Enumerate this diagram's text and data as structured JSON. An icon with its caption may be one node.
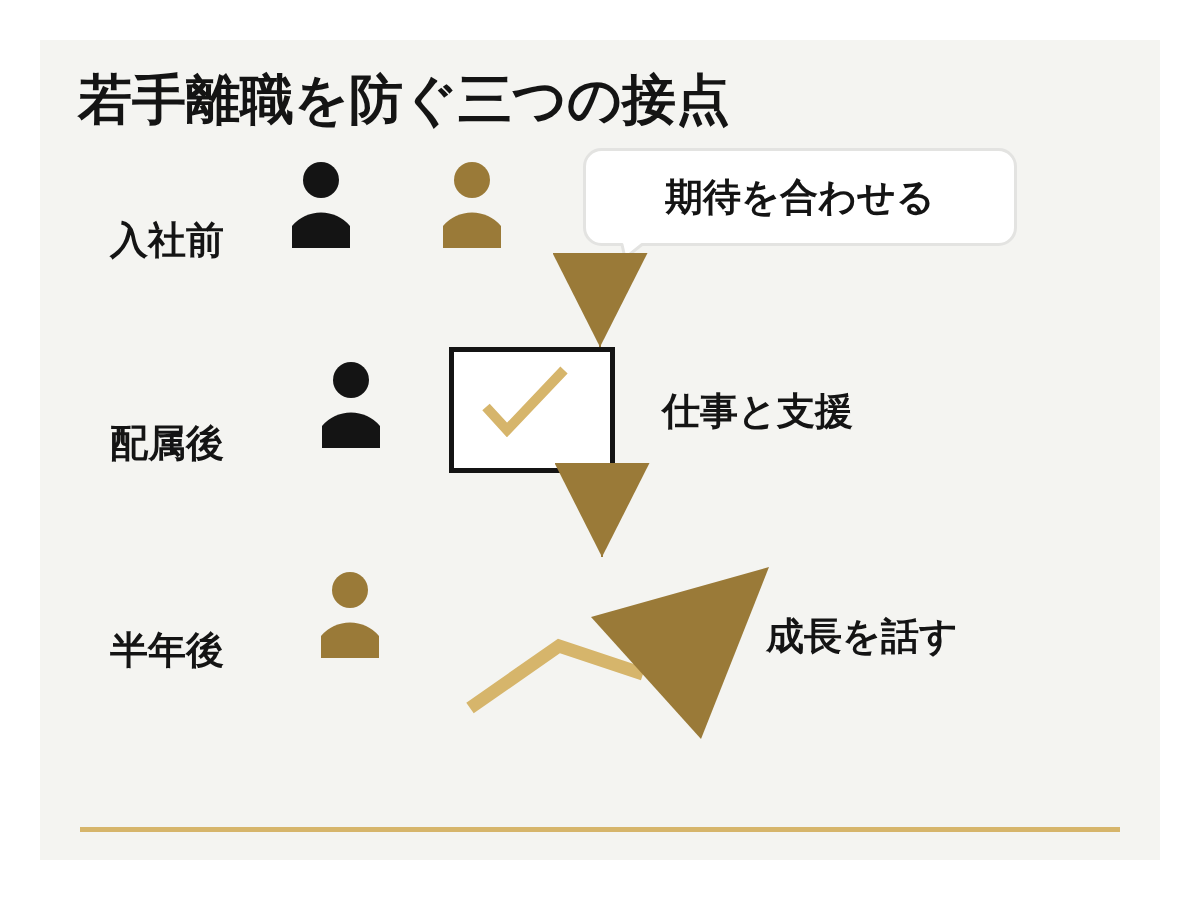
{
  "diagram": {
    "title": "若手離職を防ぐ三つの接点",
    "nodes": [
      {
        "text": [
          "期待を合わせる"
        ]
      },
      {
        "text": [],
        "shape": "box",
        "beside": [
          "仕事と支援"
        ]
      },
      {
        "text": [],
        "shape": "picture",
        "beside": [
          "成長を話す"
        ]
      }
    ],
    "edges": [
      {
        "from": 0,
        "to": 1,
        "arrow": "to"
      },
      {
        "from": 1,
        "to": 2,
        "arrow": "to"
      }
    ],
    "labels": [
      "入社前",
      "配属後",
      "半年後"
    ]
  }
}
